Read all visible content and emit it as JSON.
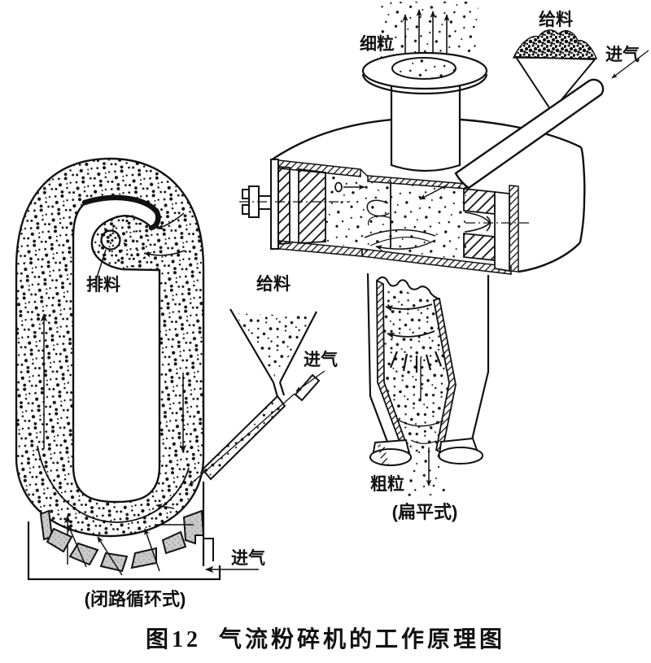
{
  "figure": {
    "caption": {
      "number": "图12",
      "title": "气流粉碎机的工作原理图"
    }
  },
  "flat_mill": {
    "type_label": "(扁平式)",
    "labels": {
      "fine_particles": "细粒",
      "feed": "给料",
      "air_inlet": "进气",
      "coarse_particles": "粗粒"
    }
  },
  "loop_mill": {
    "type_label": "(闭路循环式)",
    "labels": {
      "discharge": "排料",
      "feed": "给料",
      "feed_air_inlet": "进气",
      "bottom_air_inlet": "进气"
    }
  },
  "appearance": {
    "ink": "#111111",
    "paper": "#ffffff",
    "section_gray": "#c9c9c9"
  }
}
